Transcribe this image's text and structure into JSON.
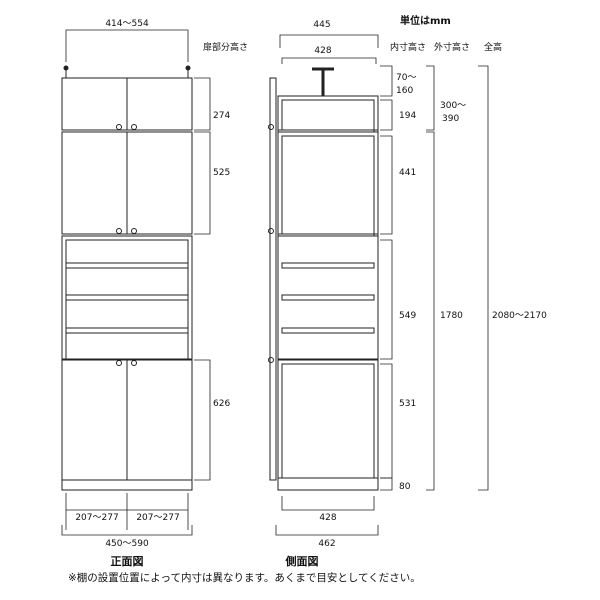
{
  "unit_label": "単位はmm",
  "column_headers": {
    "door_height": "扉部分高さ",
    "inner_height": "内寸高さ",
    "outer_height": "外寸高さ",
    "total_height": "全高"
  },
  "front_view": {
    "title": "正面図",
    "top_width": "414〜554",
    "door_heights": [
      "274",
      "525",
      "626"
    ],
    "door_widths": [
      "207〜277",
      "207〜277"
    ],
    "overall_width": "450〜590"
  },
  "side_view": {
    "title": "側面図",
    "top_width": "445",
    "inner_width_top": "428",
    "inner_heights": [
      "70〜",
      "160",
      "194",
      "441",
      "549",
      "531",
      "80"
    ],
    "outer_height_top": [
      "300〜",
      "390"
    ],
    "outer_height_main": "1780",
    "total_height": "2080〜2170",
    "inner_width_bottom": "428",
    "depth_bottom": "462"
  },
  "footnote": "※棚の設置位置によって内寸は異なります。あくまで目安としてください。"
}
